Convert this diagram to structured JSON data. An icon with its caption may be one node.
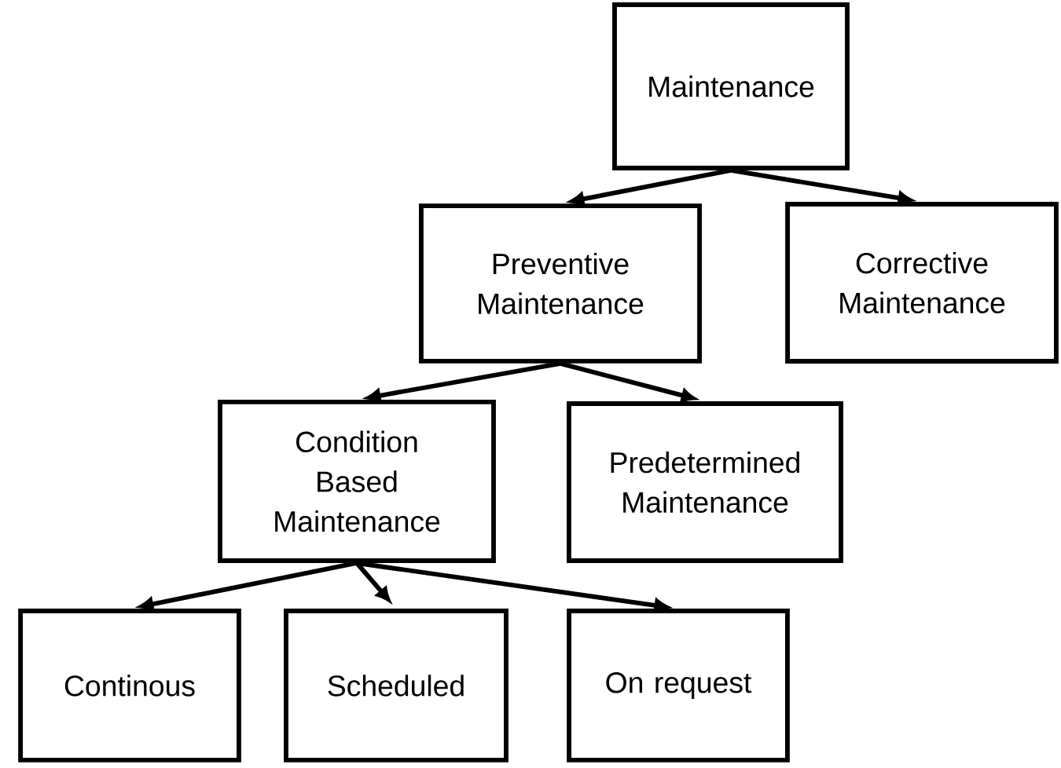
{
  "diagram": {
    "nodes": [
      {
        "text": [
          "Maintenance"
        ]
      },
      {
        "text": [
          "Preventive Maintenance"
        ]
      },
      {
        "text": [
          "Corrective Maintenance"
        ]
      },
      {
        "text": [
          "Condition Based Maintenance"
        ]
      },
      {
        "text": [
          "Predetermined Maintenance"
        ]
      },
      {
        "text": [
          "Continous"
        ]
      },
      {
        "text": [
          "Scheduled"
        ]
      },
      {
        "text": [
          "On request"
        ]
      }
    ],
    "edges": [
      {
        "from": 0,
        "to": 1,
        "arrow": "to"
      },
      {
        "from": 0,
        "to": 2,
        "arrow": "to"
      },
      {
        "from": 1,
        "to": 3,
        "arrow": "to"
      },
      {
        "from": 1,
        "to": 4,
        "arrow": "to"
      },
      {
        "from": 3,
        "to": 5,
        "arrow": "to"
      },
      {
        "from": 3,
        "to": 6,
        "arrow": "to"
      },
      {
        "from": 3,
        "to": 7,
        "arrow": "to"
      }
    ]
  }
}
